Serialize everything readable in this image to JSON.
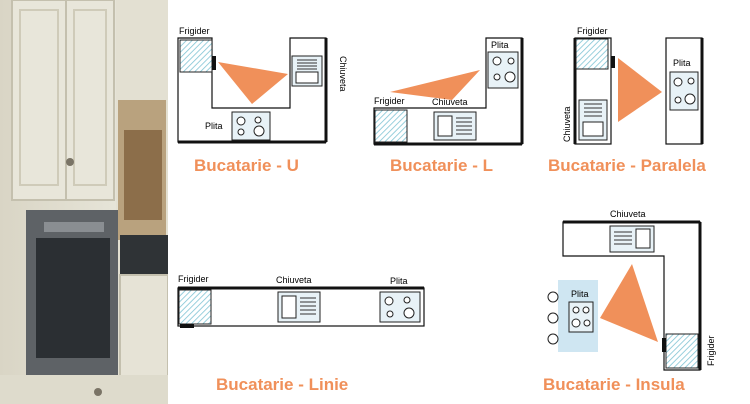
{
  "colors": {
    "accent": "#f0905a",
    "counter_stroke": "#111111",
    "hatch": "#7fc4d4",
    "island": "#cfe6f2"
  },
  "layouts": {
    "u": {
      "title": "Bucatarie - U",
      "fridge": "Frigider",
      "sink": "Chiuveta",
      "stove": "Plita"
    },
    "l": {
      "title": "Bucatarie - L",
      "fridge": "Frigider",
      "sink": "Chiuveta",
      "stove": "Plita"
    },
    "parallel": {
      "title": "Bucatarie - Paralela",
      "fridge": "Frigider",
      "sink": "Chiuveta",
      "stove": "Plita"
    },
    "line": {
      "title": "Bucatarie - Linie",
      "fridge": "Frigider",
      "sink": "Chiuveta",
      "stove": "Plita"
    },
    "island": {
      "title": "Bucatarie - Insula",
      "fridge": "Frigider",
      "sink": "Chiuveta",
      "stove": "Plita"
    }
  }
}
